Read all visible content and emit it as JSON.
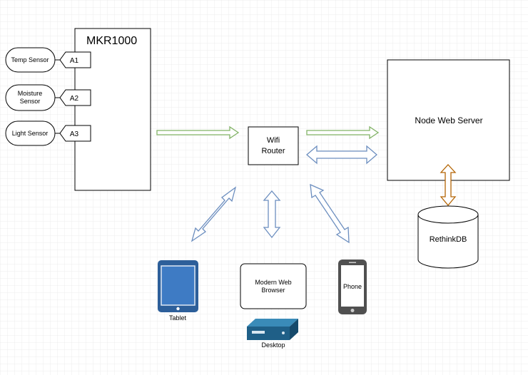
{
  "mcu": {
    "title": "MKR1000"
  },
  "sensors": [
    {
      "label": "Temp Sensor",
      "pin": "A1"
    },
    {
      "label_line1": "Moisture",
      "label_line2": "Sensor",
      "pin": "A2"
    },
    {
      "label": "Light Sensor",
      "pin": "A3"
    }
  ],
  "router": {
    "line1": "Wifi",
    "line2": "Router"
  },
  "server": {
    "label": "Node Web Server"
  },
  "database": {
    "label": "RethinkDB"
  },
  "devices": {
    "tablet": "Tablet",
    "browser_line1": "Modern Web",
    "browser_line2": "Browser",
    "desktop": "Desktop",
    "phone": "Phone"
  },
  "colors": {
    "data_flow": "#82b366",
    "bidirectional": "#6c8ebf",
    "db_link": "#b46504",
    "device_blue": "#2d5f9a",
    "device_dark": "#505050",
    "desktop_blue": "#1f5f87"
  }
}
